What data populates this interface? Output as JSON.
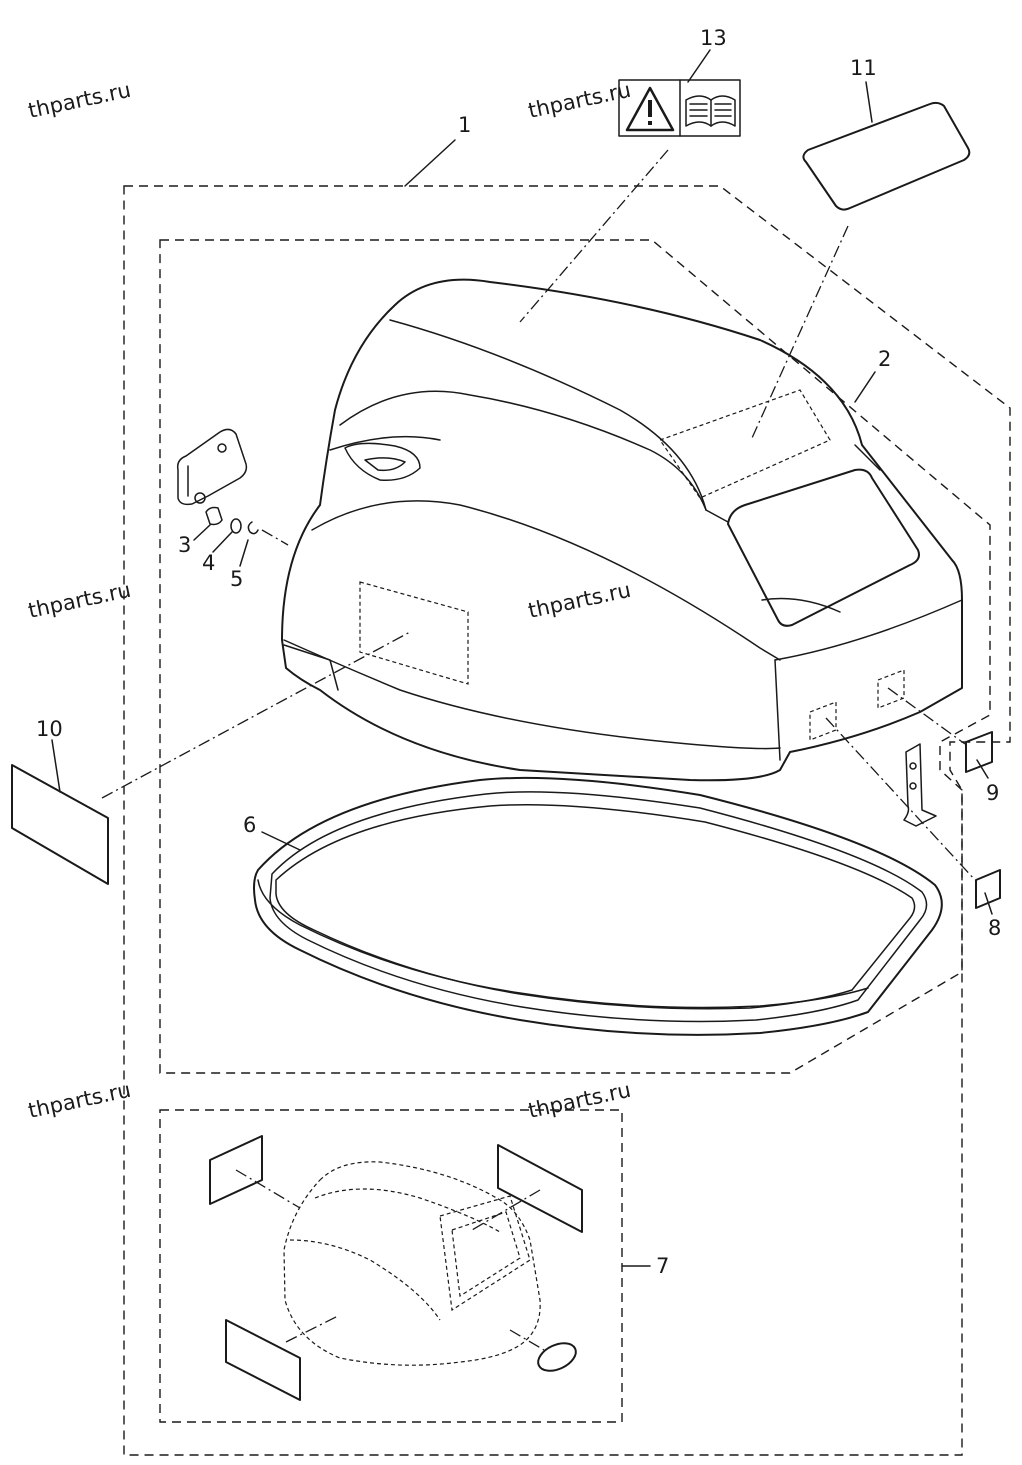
{
  "watermark": "thparts.ru",
  "callouts": {
    "c1": "1",
    "c2": "2",
    "c3": "3",
    "c4": "4",
    "c5": "5",
    "c6": "6",
    "c7": "7",
    "c8": "8",
    "c9": "9",
    "c10": "10",
    "c11": "11",
    "c13": "13"
  },
  "icons": {
    "warning": "warning-triangle-icon",
    "manual": "open-book-icon"
  }
}
